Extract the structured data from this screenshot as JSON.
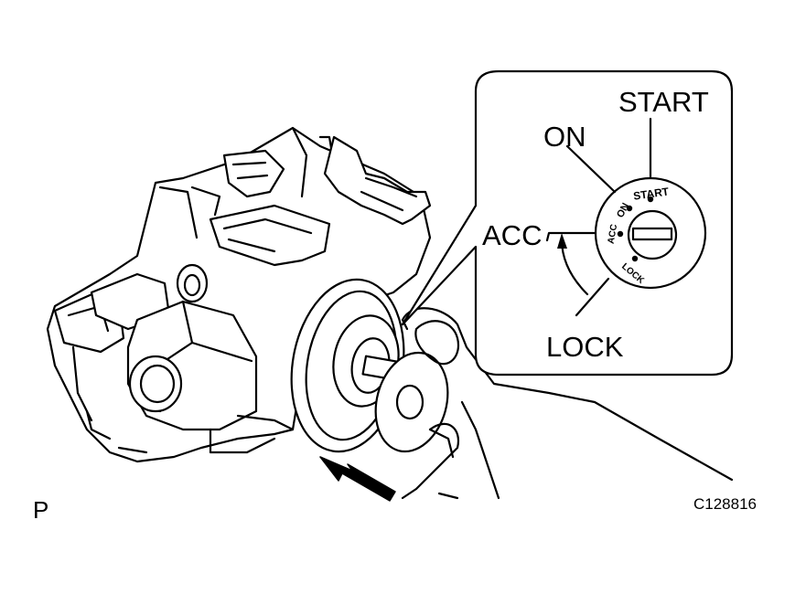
{
  "figure": {
    "page_label": "P",
    "figure_id": "C128816"
  },
  "callout": {
    "labels": {
      "start": "START",
      "on": "ON",
      "acc": "ACC",
      "lock": "LOCK"
    },
    "dial_labels": {
      "start": "START",
      "on": "ON",
      "acc": "ACC",
      "lock": "LOCK"
    }
  },
  "icons": {
    "arrow": "push-arrow-icon",
    "rotation": "rotation-arrow-icon"
  }
}
